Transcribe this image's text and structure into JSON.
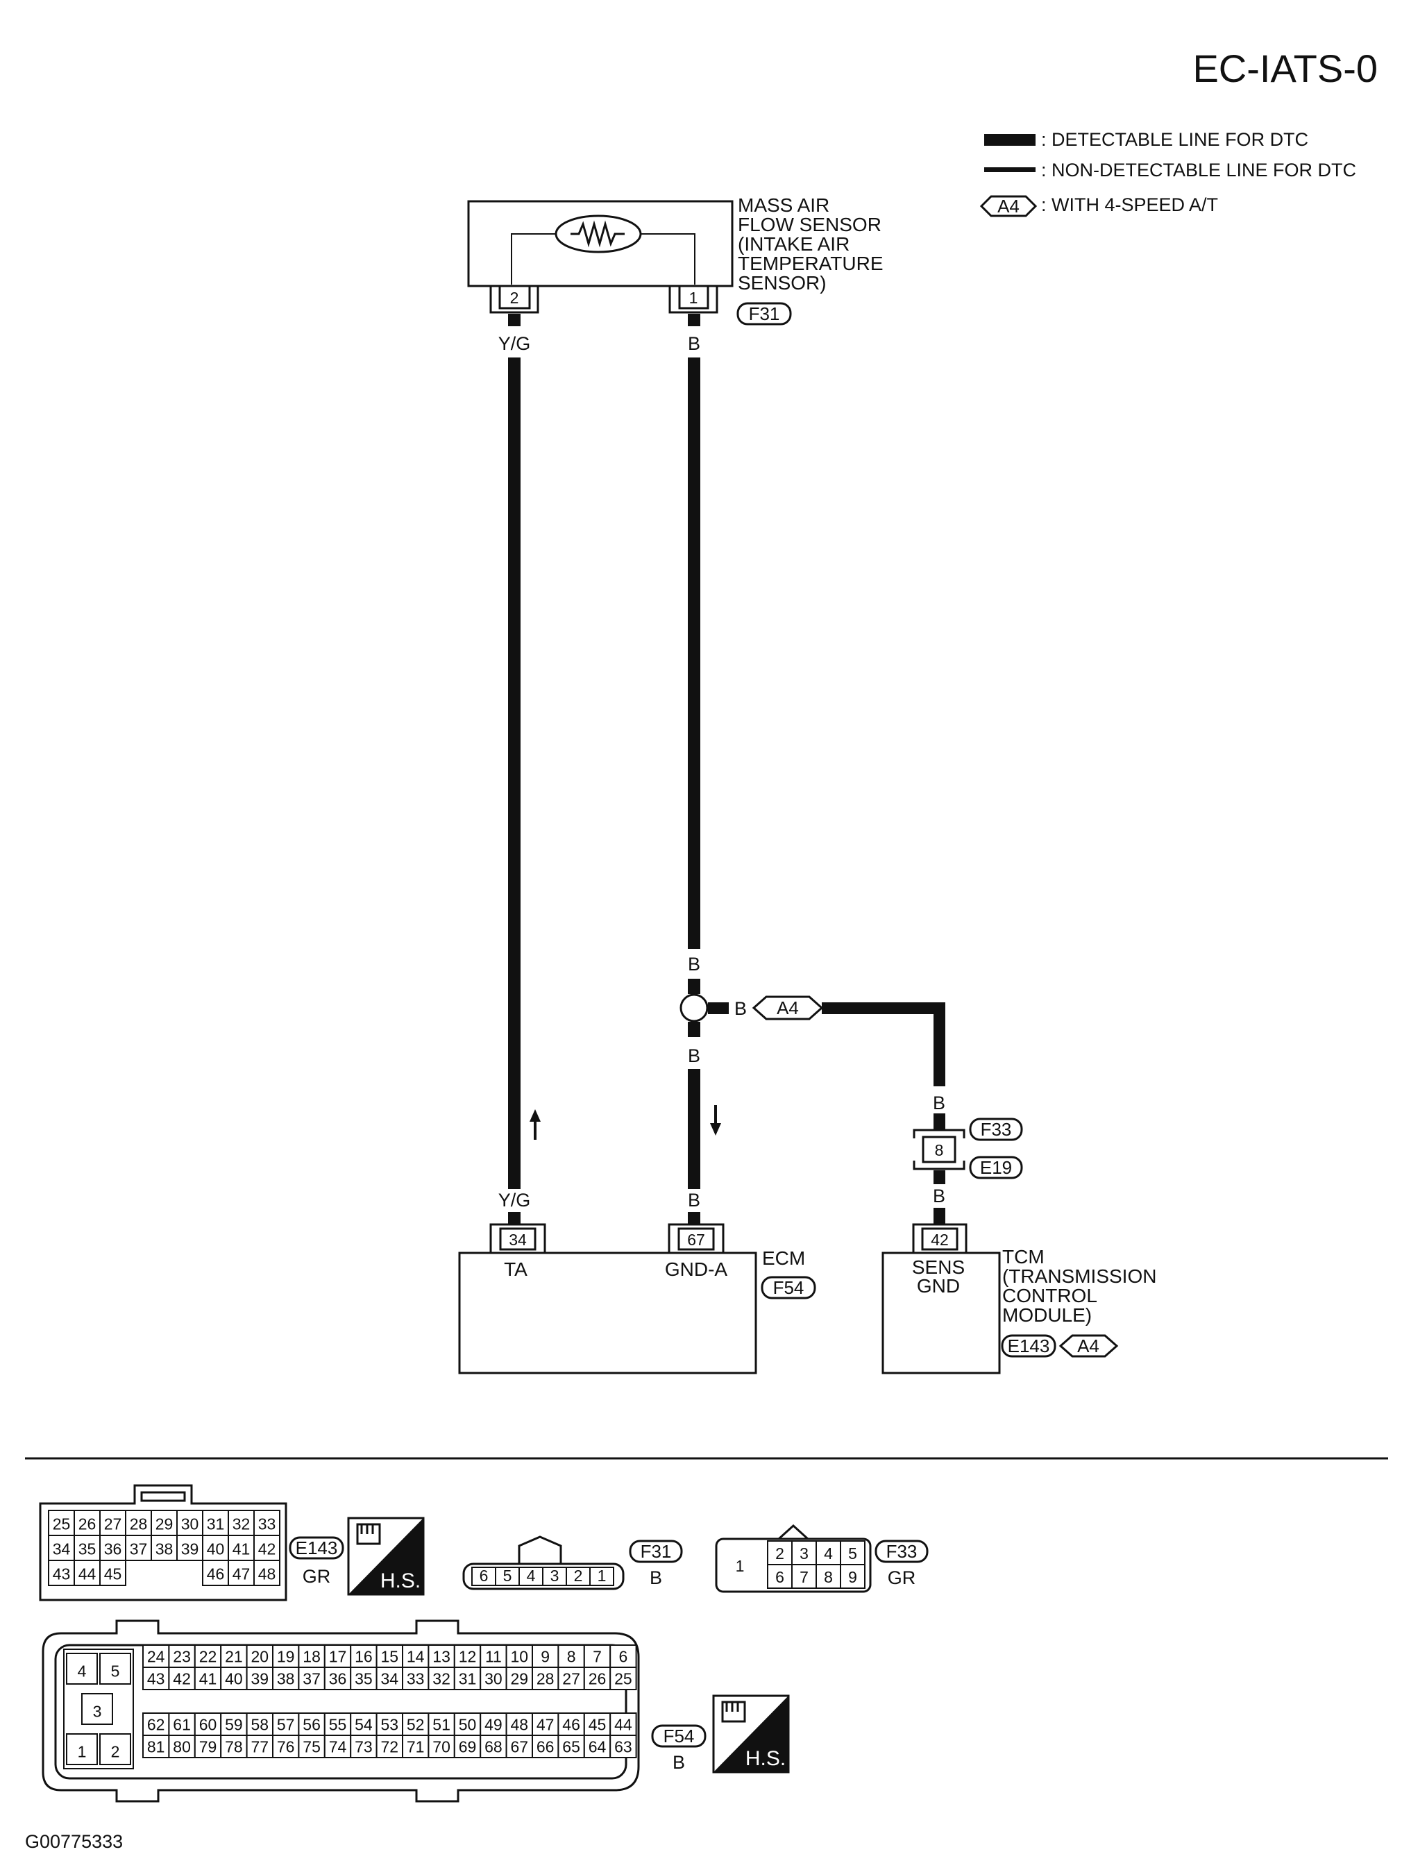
{
  "page_title": "EC-IATS-0",
  "figure_id": "G00775333",
  "legend": {
    "detectable": ": DETECTABLE LINE FOR DTC",
    "non_detectable": ": NON-DETECTABLE LINE FOR DTC",
    "a4_tag": "A4",
    "a4_text": ": WITH 4-SPEED A/T"
  },
  "sensor": {
    "label_lines": [
      "MASS AIR",
      "FLOW SENSOR",
      "(INTAKE AIR",
      "TEMPERATURE",
      "SENSOR)"
    ],
    "connector": "F31",
    "pin_left": "2",
    "pin_right": "1"
  },
  "wires": {
    "yg_top": "Y/G",
    "b_top": "B",
    "b_splice_top": "B",
    "b_splice_side": "B",
    "b_splice_bottom": "B",
    "yg_bottom": "Y/G",
    "b_ecm": "B",
    "b_f33_top": "B",
    "b_f33_bottom": "B",
    "a4_tag": "A4"
  },
  "inline_connector": {
    "pin": "8",
    "top": "F33",
    "bottom": "E19"
  },
  "ecm": {
    "name": "ECM",
    "connector": "F54",
    "pin_ta": "34",
    "label_ta": "TA",
    "pin_gnd": "67",
    "label_gnd": "GND-A"
  },
  "tcm": {
    "pin": "42",
    "pin_label_lines": [
      "SENS",
      "GND"
    ],
    "label_lines": [
      "TCM",
      "(TRANSMISSION",
      "CONTROL",
      "MODULE)"
    ],
    "connector": "E143",
    "a4_tag": "A4"
  },
  "connectors": {
    "e143": {
      "id": "E143",
      "color": "GR",
      "rows": [
        [
          "25",
          "26",
          "27",
          "28",
          "29",
          "30",
          "31",
          "32",
          "33"
        ],
        [
          "34",
          "35",
          "36",
          "37",
          "38",
          "39",
          "40",
          "41",
          "42"
        ],
        [
          "43",
          "44",
          "45",
          "",
          "",
          "",
          "46",
          "47",
          "48"
        ]
      ]
    },
    "f31": {
      "id": "F31",
      "color": "B",
      "pins": [
        "6",
        "5",
        "4",
        "3",
        "2",
        "1"
      ]
    },
    "f33": {
      "id": "F33",
      "color": "GR",
      "left_pin": "1",
      "rows": [
        [
          "2",
          "3",
          "4",
          "5"
        ],
        [
          "6",
          "7",
          "8",
          "9"
        ]
      ]
    },
    "f54": {
      "id": "F54",
      "color": "B",
      "left_pins": [
        "4",
        "5",
        "3",
        "1",
        "2"
      ],
      "rows": [
        [
          "24",
          "23",
          "22",
          "21",
          "20",
          "19",
          "18",
          "17",
          "16",
          "15",
          "14",
          "13",
          "12",
          "11",
          "10",
          "9",
          "8",
          "7",
          "6"
        ],
        [
          "43",
          "42",
          "41",
          "40",
          "39",
          "38",
          "37",
          "36",
          "35",
          "34",
          "33",
          "32",
          "31",
          "30",
          "29",
          "28",
          "27",
          "26",
          "25"
        ],
        [
          "62",
          "61",
          "60",
          "59",
          "58",
          "57",
          "56",
          "55",
          "54",
          "53",
          "52",
          "51",
          "50",
          "49",
          "48",
          "47",
          "46",
          "45",
          "44"
        ],
        [
          "81",
          "80",
          "79",
          "78",
          "77",
          "76",
          "75",
          "74",
          "73",
          "72",
          "71",
          "70",
          "69",
          "68",
          "67",
          "66",
          "65",
          "64",
          "63"
        ]
      ]
    },
    "hs_label": "H.S."
  }
}
